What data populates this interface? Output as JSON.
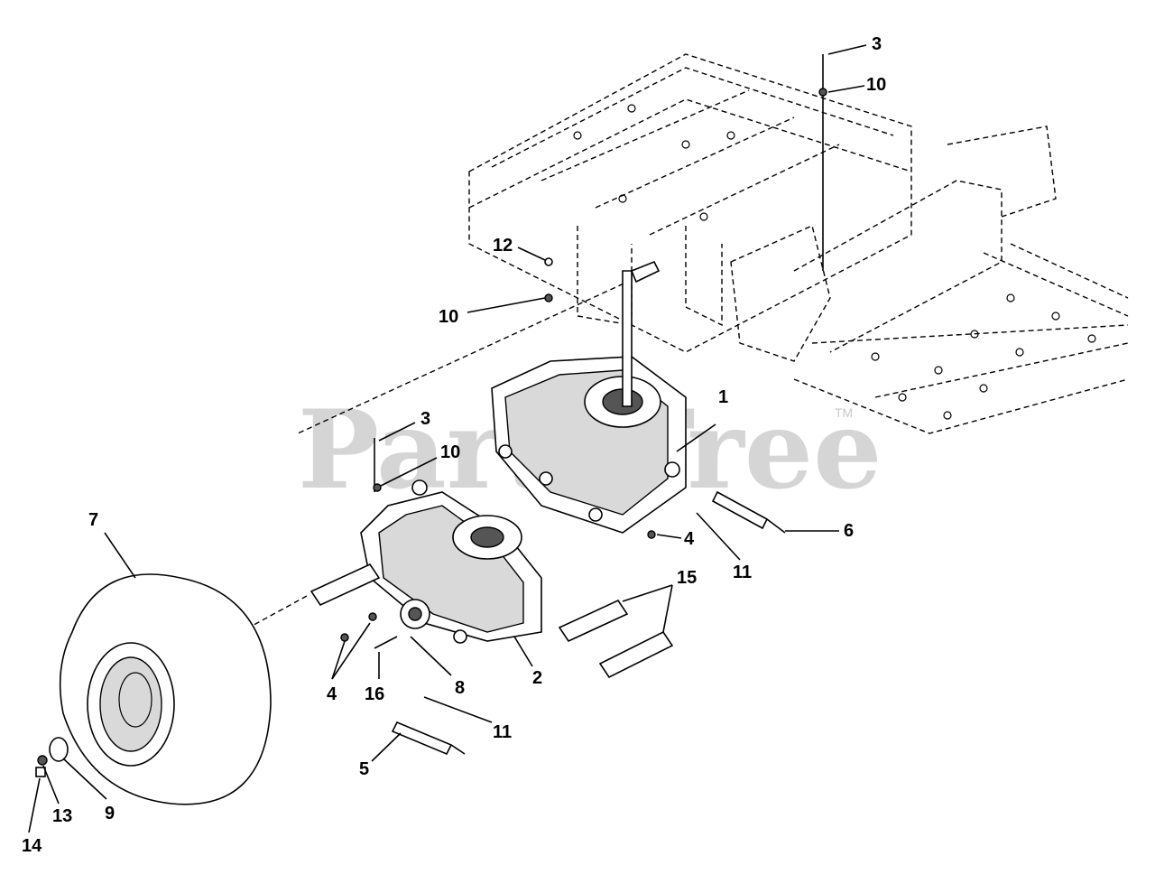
{
  "watermark": {
    "text": "PartsTree",
    "trademark": "TM"
  },
  "callouts": {
    "c3_top": "3",
    "c10_top": "10",
    "c12": "12",
    "c10_left": "10",
    "c3_mid": "3",
    "c10_mid": "10",
    "c1": "1",
    "c7": "7",
    "c4_right": "4",
    "c6": "6",
    "c11_right": "11",
    "c15": "15",
    "c4_left": "4",
    "c16": "16",
    "c8": "8",
    "c2": "2",
    "c11_lower": "11",
    "c5": "5",
    "c9": "9",
    "c13": "13",
    "c14": "14"
  }
}
